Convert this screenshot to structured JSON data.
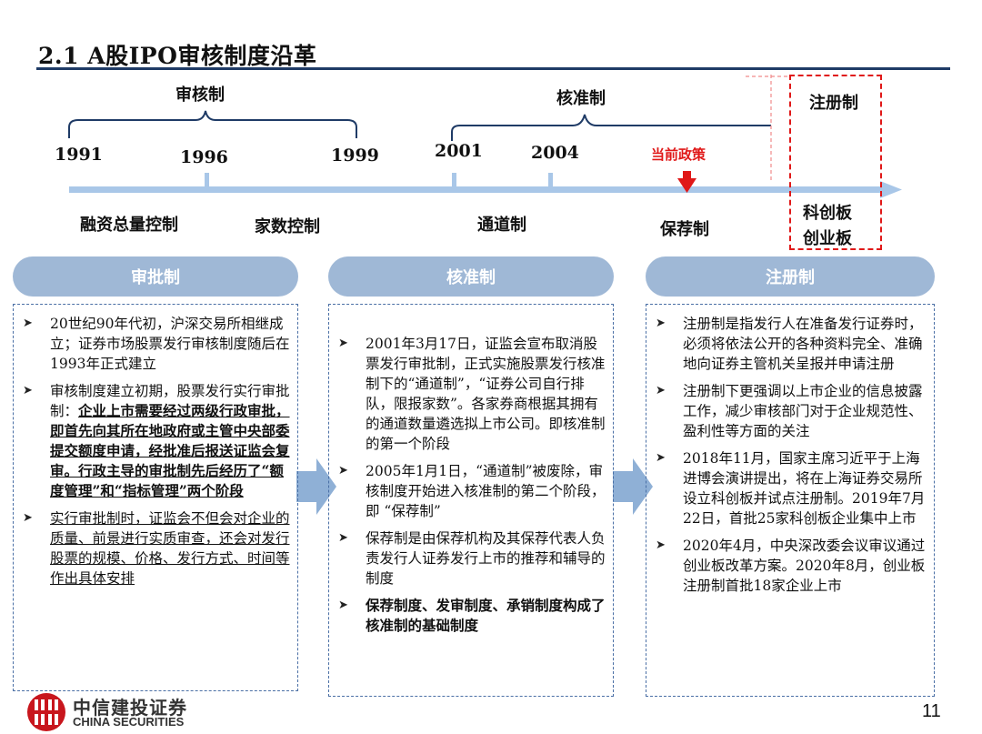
{
  "title": "2.1 A股IPO审核制度沿革",
  "timeline": {
    "era_labels": {
      "approval": "审核制",
      "verification": "核准制",
      "registration": "注册制"
    },
    "years": [
      "1991",
      "1996",
      "1999",
      "2001",
      "2004"
    ],
    "current_policy": "当前政策",
    "systems": {
      "financing_quota": "融资总量控制",
      "count_quota": "家数控制",
      "channel": "通道制",
      "sponsor": "保荐制",
      "star_market": "科创板",
      "chinext": "创业板"
    }
  },
  "columns": [
    {
      "header": "审批制",
      "items": [
        {
          "text": "20世纪90年代初，沪深交易所相继成立；证券市场股票发行审核制度随后在1993年正式建立"
        },
        {
          "intro": "审核制度建立初期，股票发行实行审批制：",
          "text": "企业上市需要经过两级行政审批，即首先向其所在地政府或主管中央部委提交额度申请，经批准后报送证监会复审。行政主导的审批制先后经历了“额度管理”和“指标管理”两个阶段"
        },
        {
          "text": "实行审批制时，证监会不但会对企业的质量、前景进行实质审查，还会对发行股票的规模、价格、发行方式、时间等作出具体安排"
        }
      ]
    },
    {
      "header": "核准制",
      "items": [
        {
          "text": "2001年3月17日，证监会宣布取消股票发行审批制，正式实施股票发行核准制下的“通道制”，“证券公司自行排队，限报家数”。各家券商根据其拥有的通道数量遴选拟上市公司。即核准制的第一个阶段"
        },
        {
          "text": "2005年1月1日，“通道制”被废除，审核制度开始进入核准制的第二个阶段，即 “保荐制”"
        },
        {
          "text": "保荐制是由保荐机构及其保荐代表人负责发行人证券发行上市的推荐和辅导的制度"
        },
        {
          "text": "保荐制度、发审制度、承销制度构成了核准制的基础制度"
        }
      ]
    },
    {
      "header": "注册制",
      "items": [
        {
          "text": "注册制是指发行人在准备发行证券时，必须将依法公开的各种资料完全、准确地向证券主管机关呈报并申请注册"
        },
        {
          "text": "注册制下更强调以上市企业的信息披露工作，减少审核部门对于企业规范性、盈利性等方面的关注"
        },
        {
          "text": "2018年11月，国家主席习近平于上海进博会演讲提出，将在上海证券交易所设立科创板并试点注册制。2019年7月22日，首批25家科创板企业集中上市"
        },
        {
          "text": "2020年4月，中央深改委会议审议通过创业板改革方案。2020年8月，创业板注册制首批18家企业上市"
        }
      ]
    }
  ],
  "logo": {
    "cn": "中信建投证券",
    "en": "CHINA SECURITIES"
  },
  "page_number": "11",
  "colors": {
    "accent": "#1f3b66",
    "pill": "#9fb8d6",
    "timeline": "#a9c7e8",
    "arrow": "#8fb0d6",
    "red": "#e01818"
  }
}
